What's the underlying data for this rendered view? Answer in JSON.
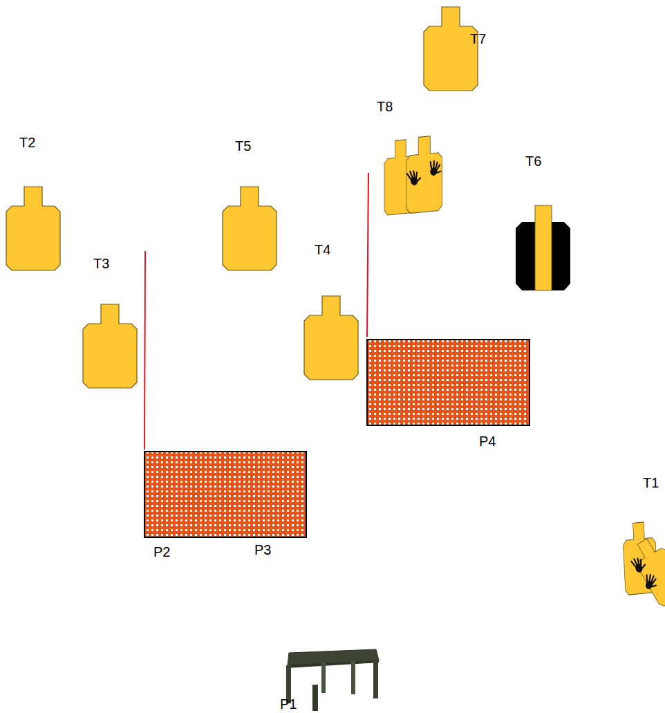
{
  "diagram": {
    "labels": [
      "T7",
      "T8",
      "T2",
      "T5",
      "T6",
      "T4",
      "T3",
      "P4",
      "T1",
      "P2",
      "P3",
      "P1"
    ]
  }
}
